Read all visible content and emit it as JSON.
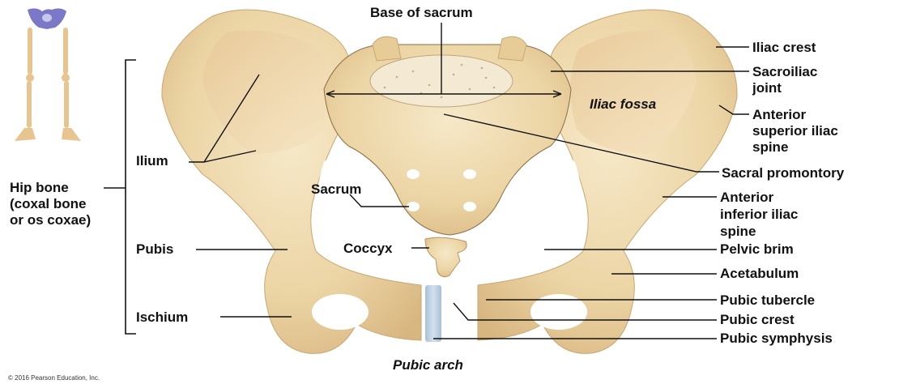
{
  "figure": {
    "copyright": "© 2016 Pearson Education, Inc.",
    "colors": {
      "bone_light": "#f3e2bd",
      "bone_mid": "#e9cf9c",
      "bone_shadow": "#d9b884",
      "cartilage": "#b8cde0",
      "leader_line": "#111111",
      "orientation_pelvis": "#7b78c8"
    }
  },
  "labels": {
    "base_of_sacrum": "Base of sacrum",
    "iliac_fossa": "Iliac fossa",
    "iliac_crest": "Iliac crest",
    "sacroiliac_joint_1": "Sacroiliac",
    "sacroiliac_joint_2": "joint",
    "asis_1": "Anterior",
    "asis_2": "superior iliac",
    "asis_3": "spine",
    "sacral_promontory": "Sacral promontory",
    "aiis_1": "Anterior",
    "aiis_2": "inferior iliac",
    "aiis_3": "spine",
    "pelvic_brim": "Pelvic brim",
    "acetabulum": "Acetabulum",
    "pubic_tubercle": "Pubic tubercle",
    "pubic_crest": "Pubic crest",
    "pubic_symphysis": "Pubic symphysis",
    "pubic_arch": "Pubic arch",
    "sacrum": "Sacrum",
    "coccyx": "Coccyx",
    "ilium": "Ilium",
    "pubis": "Pubis",
    "ischium": "Ischium",
    "hip_bone_1": "Hip bone",
    "hip_bone_2": "(coxal bone",
    "hip_bone_3": "or os coxae)"
  }
}
